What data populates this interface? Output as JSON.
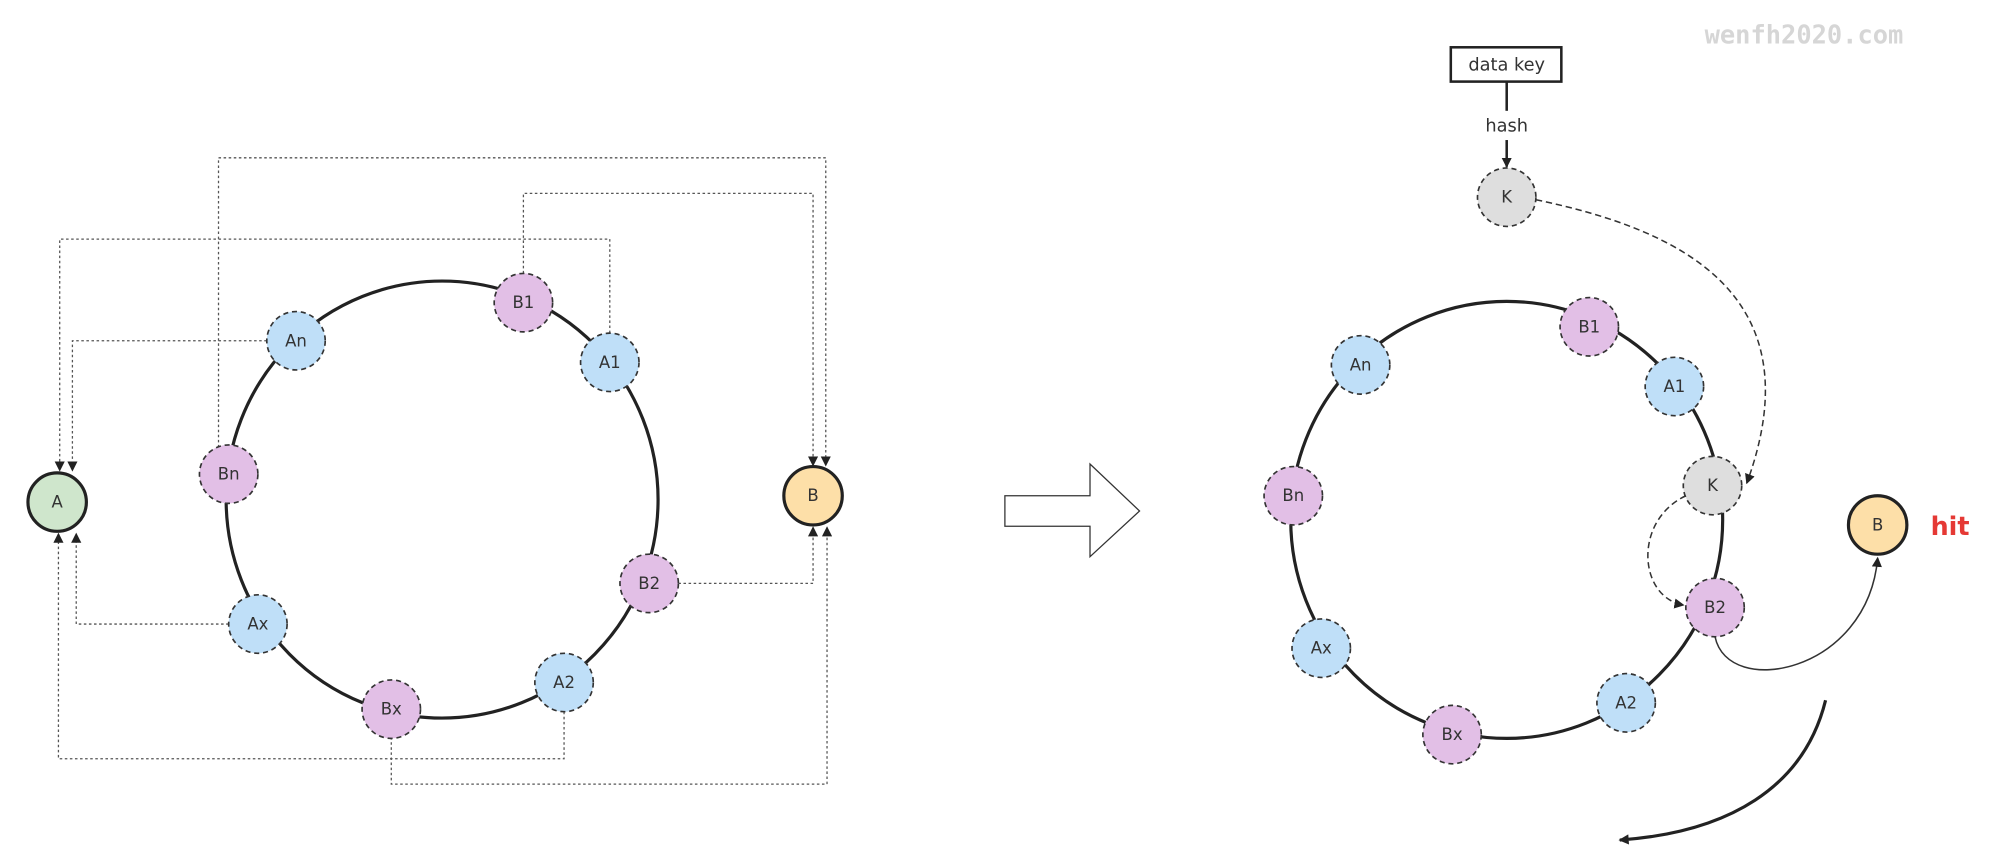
{
  "watermark": "wenfh2020.com",
  "left_ring": {
    "servers": {
      "a": "A",
      "b": "B"
    },
    "nodes": {
      "b1": "B1",
      "a1": "A1",
      "an": "An",
      "bn": "Bn",
      "ax": "Ax",
      "bx": "Bx",
      "a2": "A2",
      "b2": "B2"
    }
  },
  "right_ring": {
    "data_key": "data key",
    "hash_label": "hash",
    "key_node": "K",
    "ring_key": "K",
    "server_b": "B",
    "hit_label": "hit",
    "nodes": {
      "b1": "B1",
      "a1": "A1",
      "an": "An",
      "bn": "Bn",
      "ax": "Ax",
      "bx": "Bx",
      "a2": "A2",
      "b2": "B2"
    }
  },
  "colors": {
    "virtual_a": "#bfdff8",
    "virtual_b": "#e2bfe6",
    "server_a": "#cfe6cc",
    "server_b": "#fddfa8",
    "key": "#dedede",
    "hit": "#e53935"
  }
}
